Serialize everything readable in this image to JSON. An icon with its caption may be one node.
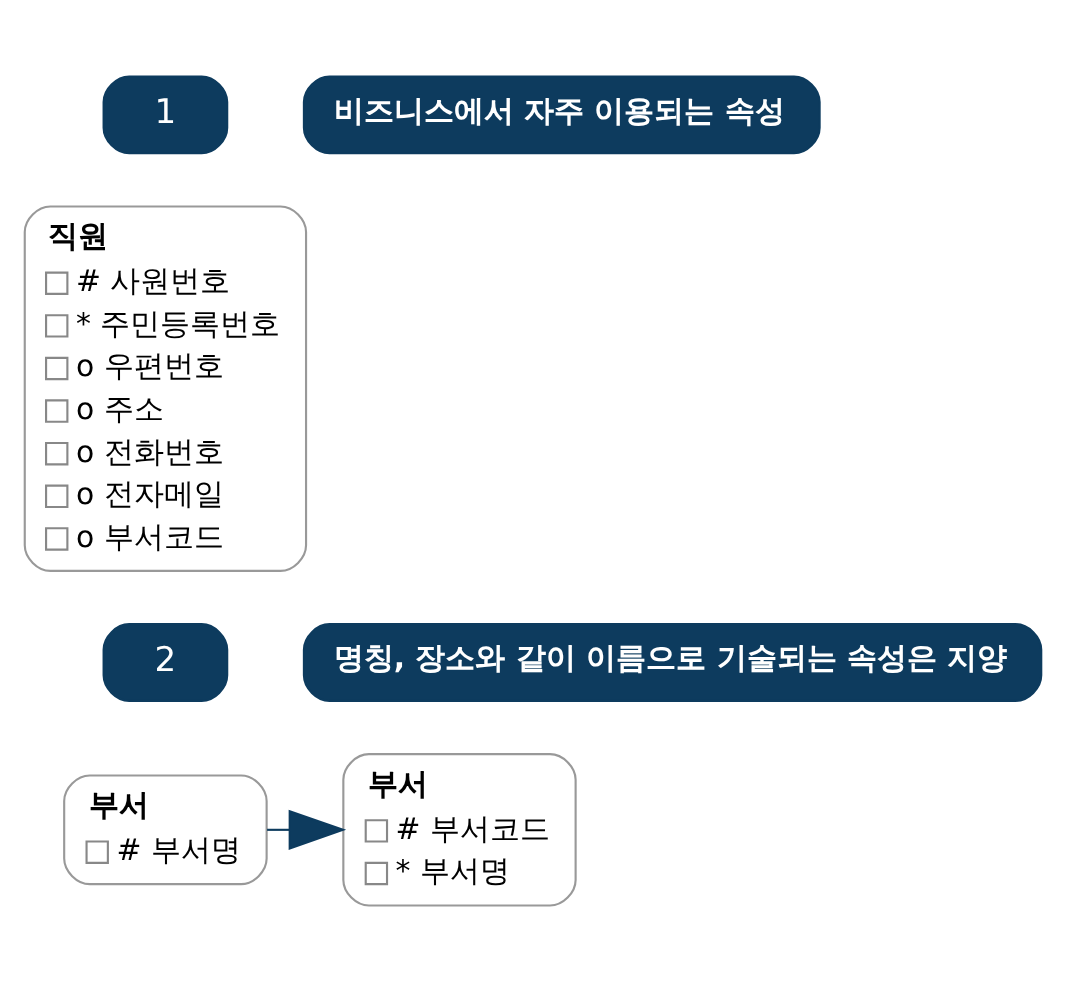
{
  "diagram": {
    "nodes": [
      {
        "text": [
          "1"
        ]
      },
      {
        "text": [
          "비즈니스에서 자주 이용되는 속성"
        ]
      },
      {
        "text": [
          "직원",
          "# 사원번호",
          "* 주민등록번호",
          "o 우편번호",
          "o 주소",
          "o 전화번호",
          "o 전자메일",
          "o 부서코드"
        ]
      },
      {
        "text": [
          "2"
        ]
      },
      {
        "text": [
          "명칭, 장소와 같이 이름으로 기술되는 속성은 지양"
        ]
      },
      {
        "text": [
          "부서",
          "# 부서명"
        ]
      },
      {
        "text": [
          "부서",
          "# 부서코드",
          "* 부서명"
        ]
      }
    ],
    "edges": [
      {
        "from": 5,
        "to": 6,
        "arrow": "to"
      }
    ]
  }
}
